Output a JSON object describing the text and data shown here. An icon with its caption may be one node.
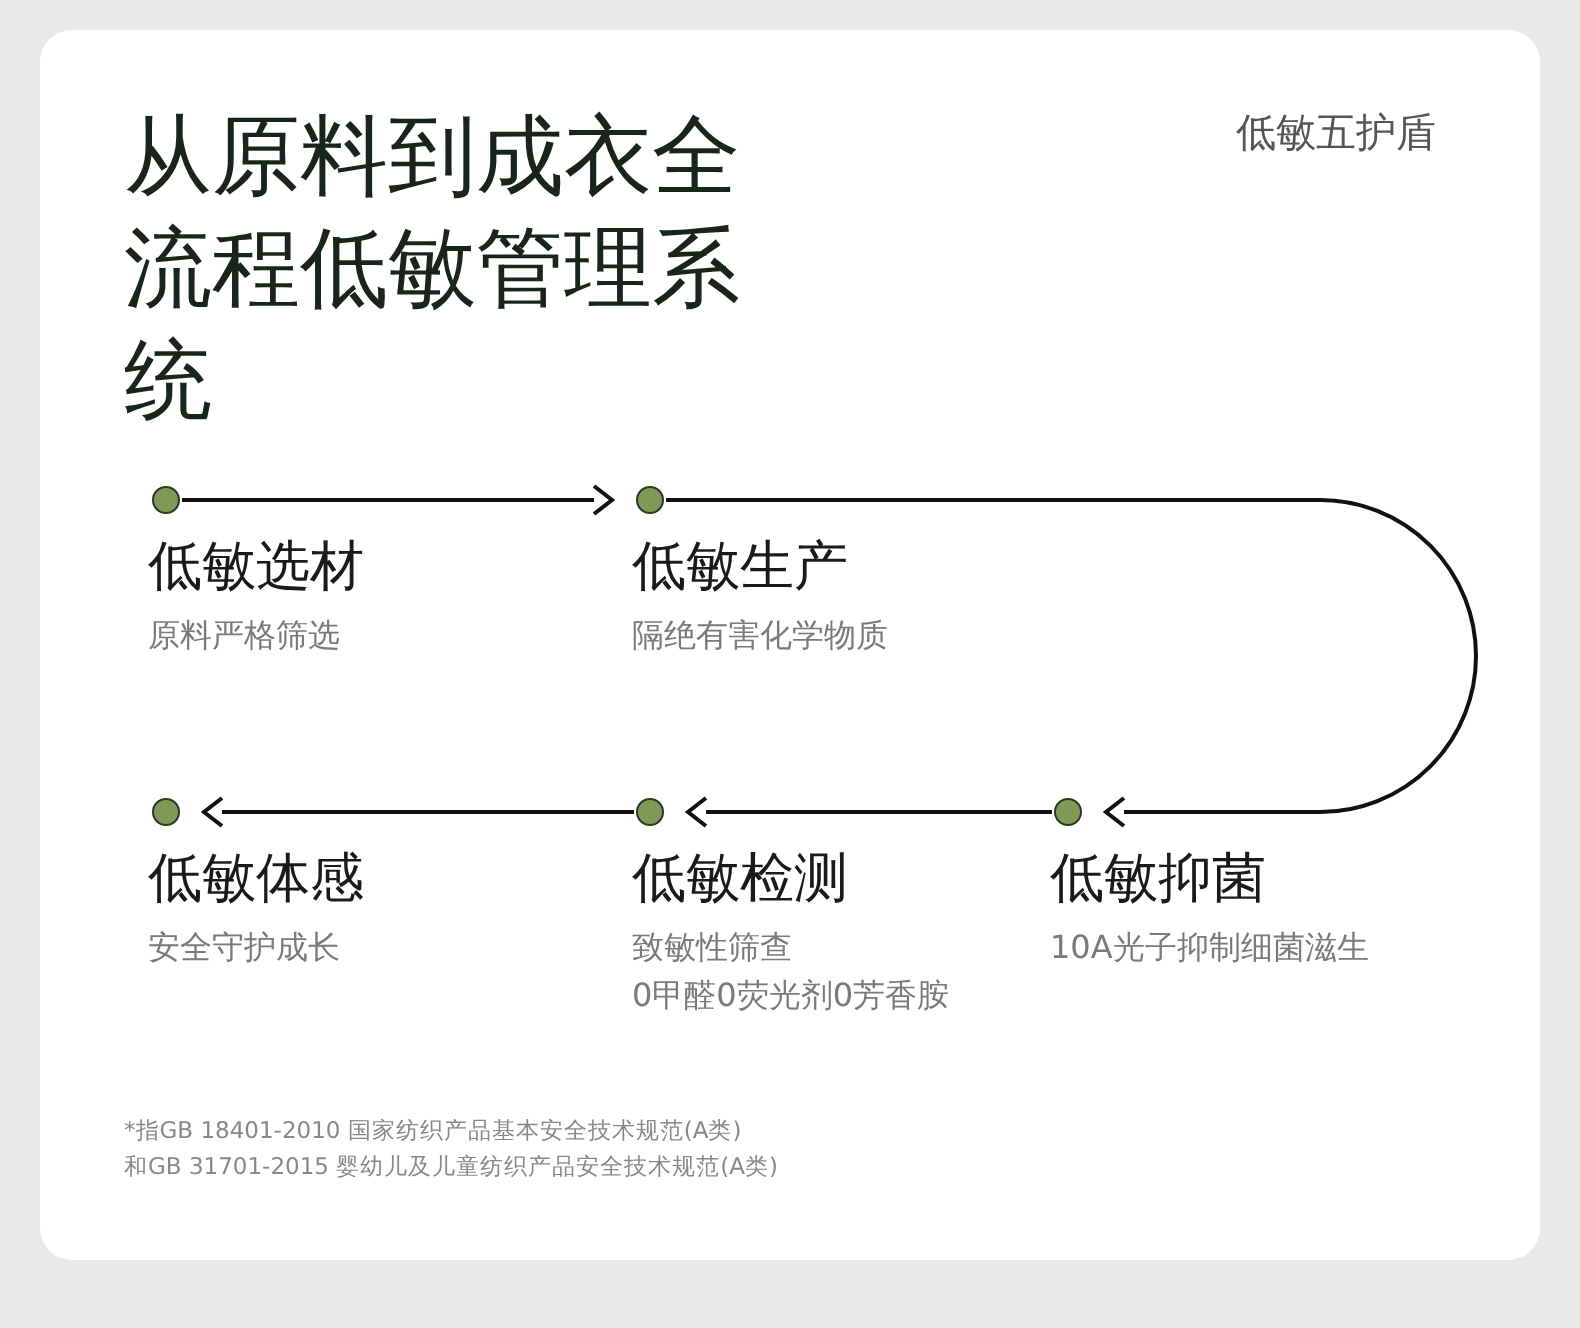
{
  "diagram": {
    "title": "从原料到成衣全流程低敏管理系统",
    "nodes": [
      {
        "text": [
          "低敏选材",
          "原料严格筛选"
        ]
      },
      {
        "text": [
          "低敏生产",
          "隔绝有害化学物质"
        ]
      },
      {
        "text": [
          "低敏抑菌",
          "10A光子抑制细菌滋生"
        ]
      },
      {
        "text": [
          "低敏检测",
          "致敏性筛查",
          "0甲醛0荧光剂0芳香胺"
        ]
      },
      {
        "text": [
          "低敏体感",
          "安全守护成长"
        ]
      }
    ],
    "edges": [
      {
        "from": 0,
        "to": 1,
        "arrow": "to"
      },
      {
        "from": 1,
        "to": 2,
        "arrow": "to"
      },
      {
        "from": 2,
        "to": 3,
        "arrow": "to"
      },
      {
        "from": 3,
        "to": 4,
        "arrow": "to"
      }
    ],
    "labels": [
      "低敏五护盾",
      "*指GB 18401-2010 国家纺织产品基本安全技术规范(A类)",
      "和GB 31701-2015 婴幼儿及儿童纺织产品安全技术规范(A类)"
    ]
  }
}
